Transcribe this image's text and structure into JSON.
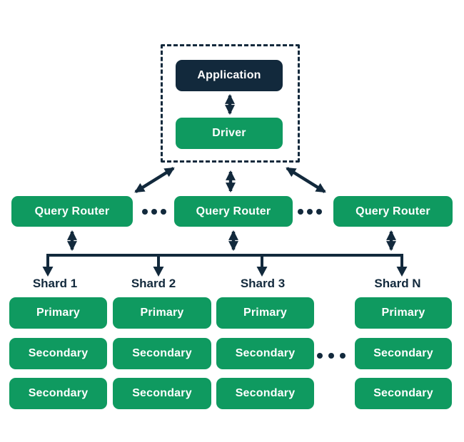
{
  "colors": {
    "navy": "#12293C",
    "green": "#0F9A60",
    "text_on_box": "#FFFFFF",
    "background": "#FFFFFF"
  },
  "client": {
    "application_label": "Application",
    "driver_label": "Driver"
  },
  "routers": [
    "Query Router",
    "Query Router",
    "Query Router"
  ],
  "icons": {
    "router_gap_left": "horizontal-ellipsis",
    "router_gap_right": "horizontal-ellipsis",
    "shard_gap": "horizontal-ellipsis"
  },
  "shards": [
    {
      "name": "Shard 1",
      "nodes": [
        "Primary",
        "Secondary",
        "Secondary"
      ]
    },
    {
      "name": "Shard 2",
      "nodes": [
        "Primary",
        "Secondary",
        "Secondary"
      ]
    },
    {
      "name": "Shard 3",
      "nodes": [
        "Primary",
        "Secondary",
        "Secondary"
      ]
    },
    {
      "name": "Shard N",
      "nodes": [
        "Primary",
        "Secondary",
        "Secondary"
      ]
    }
  ]
}
